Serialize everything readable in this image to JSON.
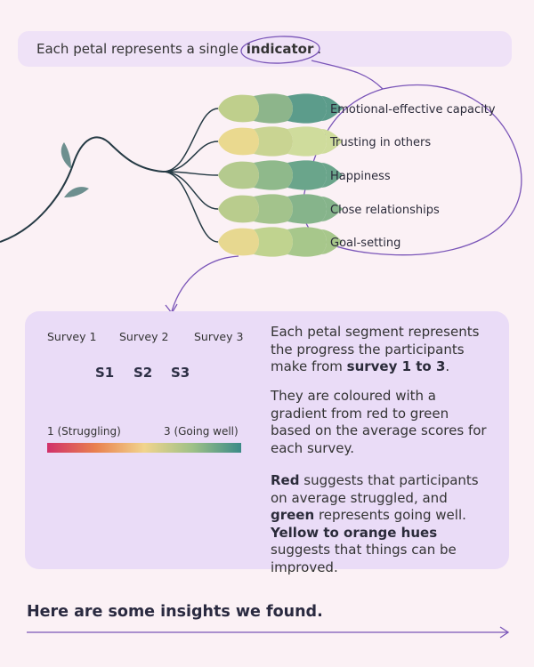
{
  "intro": {
    "text_before": "Each petal represents a single",
    "highlight": "indicator",
    "text_after": "."
  },
  "indicators": [
    {
      "label": "Emotional-effective capacity",
      "segment_colors": [
        "#bfcf8c",
        "#8db58b",
        "#5c9c8b"
      ]
    },
    {
      "label": "Trusting in others",
      "segment_colors": [
        "#ead98f",
        "#c9d492",
        "#cfdc9c"
      ]
    },
    {
      "label": "Happiness",
      "segment_colors": [
        "#b4ca8e",
        "#8fb98b",
        "#6aa58b"
      ]
    },
    {
      "label": "Close relationships",
      "segment_colors": [
        "#b9cc8d",
        "#a3c38c",
        "#86b48b"
      ]
    },
    {
      "label": "Goal-setting",
      "segment_colors": [
        "#e7d890",
        "#c0d38f",
        "#a7c78b"
      ]
    }
  ],
  "legend": {
    "surveys": [
      "Survey 1",
      "Survey 2",
      "Survey 3"
    ],
    "segments": [
      "S1",
      "S2",
      "S3"
    ],
    "scale_low": "1 (Struggling)",
    "scale_high": "3 (Going well)",
    "scale_colors": [
      "#d1316a",
      "#e9814f",
      "#f1d48d",
      "#9ec187",
      "#3b8a87"
    ]
  },
  "description": {
    "p1_before": "Each petal segment represents the progress the participants make from",
    "p1_bold": "survey 1 to 3",
    "p1_after": ".",
    "p2": "They are coloured with a gradient from red to green based on the average scores for each survey.",
    "p3_bold1": "Red",
    "p3_text1": "suggests that participants on average struggled, and",
    "p3_bold2": "green",
    "p3_text2": "represents going well.",
    "p3_bold3": "Yellow to orange hues",
    "p3_text3": "suggests that things can be improved."
  },
  "footer": {
    "insights": "Here are some insights we found."
  },
  "colors": {
    "stem": "#253a44",
    "leaf": "#6d8f8f",
    "annotation": "#7a55b8",
    "background": "#fbf1f5",
    "panel": "#eadcf7"
  }
}
